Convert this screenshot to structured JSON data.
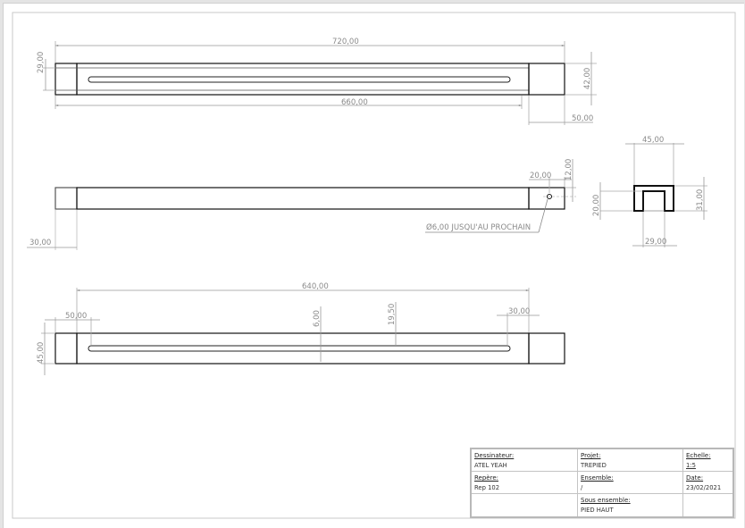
{
  "title_block": {
    "dessinateur": {
      "label": "Dessinateur:",
      "value": "ATEL YEAH"
    },
    "projet": {
      "label": "Projet:",
      "value": "TREPIED"
    },
    "echelle": {
      "label": "Echelle:",
      "value": "1:5"
    },
    "repere": {
      "label": "Repère:",
      "value": "Rep 102"
    },
    "ensemble": {
      "label": "Ensemble:",
      "value": "/"
    },
    "date": {
      "label": "Date:",
      "value": "23/02/2021"
    },
    "sous_ensemble": {
      "label": "Sous ensemble:",
      "value": "PIED HAUT"
    },
    "projection_symbol": "first-angle-projection-icon"
  },
  "views": {
    "top_view": {
      "dims": {
        "overall_length": "720,00",
        "slot_length": "660,00",
        "height_left": "29,00",
        "height_right": "42,00",
        "end_length": "50,00"
      }
    },
    "side_view": {
      "dims": {
        "hole_offset_x": "20,00",
        "hole_offset_y": "12,00",
        "left_end": "30,00"
      },
      "hole_note": "Ø6,00 JUSQU'AU PROCHAIN"
    },
    "section_view": {
      "dims": {
        "outer_width": "45,00",
        "inner_width": "29,00",
        "outer_height": "31,00",
        "inner_height": "20,00"
      }
    },
    "bottom_view": {
      "dims": {
        "slot_length": "640,00",
        "slot_start": "50,00",
        "slot_end": "30,00",
        "height": "45,00",
        "slot_width": "6,00",
        "slot_offset": "19,50"
      }
    }
  },
  "colors": {
    "line": "#111111",
    "dimension": "#8a8a8a",
    "background": "#e4e4e4",
    "sheet": "#ffffff"
  }
}
